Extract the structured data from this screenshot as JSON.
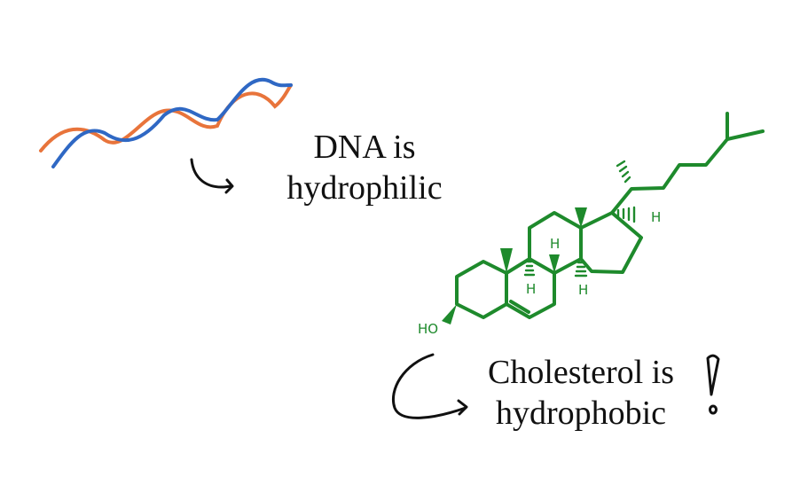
{
  "dna_caption": {
    "line1": "DNA is",
    "line2": "hydrophilic"
  },
  "cholesterol_caption": {
    "line1": "Cholesterol is",
    "line2": "hydrophobic"
  },
  "molecule_labels": {
    "hydroxyl": "HO",
    "h_c9": "H",
    "h_c8": "H",
    "h_c14": "H",
    "h_c17": "H"
  },
  "colors": {
    "dna_strand_a": "#e8743b",
    "dna_strand_b": "#2f68c4",
    "cholesterol": "#1e8a2c",
    "ink": "#111111"
  }
}
